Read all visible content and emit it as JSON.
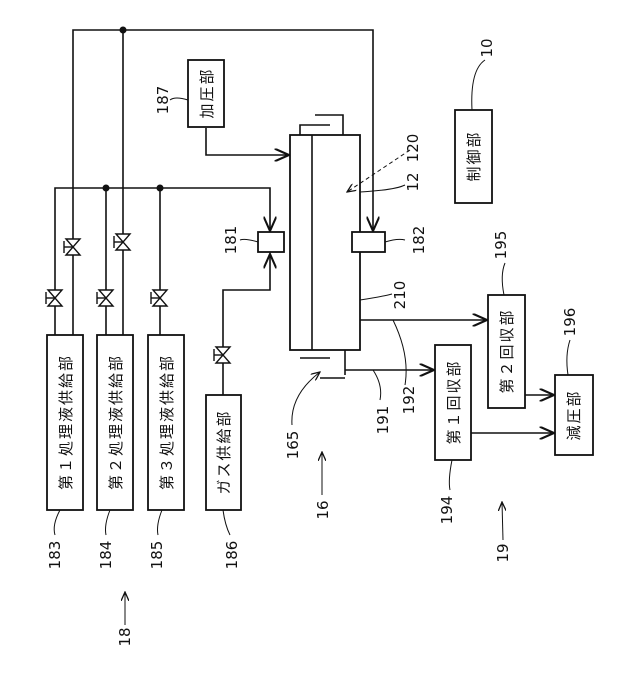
{
  "boxes": {
    "control": "制御部",
    "pressurize": "加圧部",
    "supply1": "第１処理液供給部",
    "supply2": "第２処理液供給部",
    "supply3": "第３処理液供給部",
    "gas": "ガス供給部",
    "recover1": "第１回収部",
    "recover2": "第２回収部",
    "depressurize": "減圧部"
  },
  "labels": {
    "l10": "10",
    "l187": "187",
    "l120": "120",
    "l12": "12",
    "l181": "181",
    "l182": "182",
    "l210": "210",
    "l195": "195",
    "l196": "196",
    "l191": "191",
    "l192": "192",
    "l165": "165",
    "l16": "16",
    "l194": "194",
    "l19": "19",
    "l183": "183",
    "l184": "184",
    "l185": "185",
    "l186": "186",
    "l18": "18"
  }
}
